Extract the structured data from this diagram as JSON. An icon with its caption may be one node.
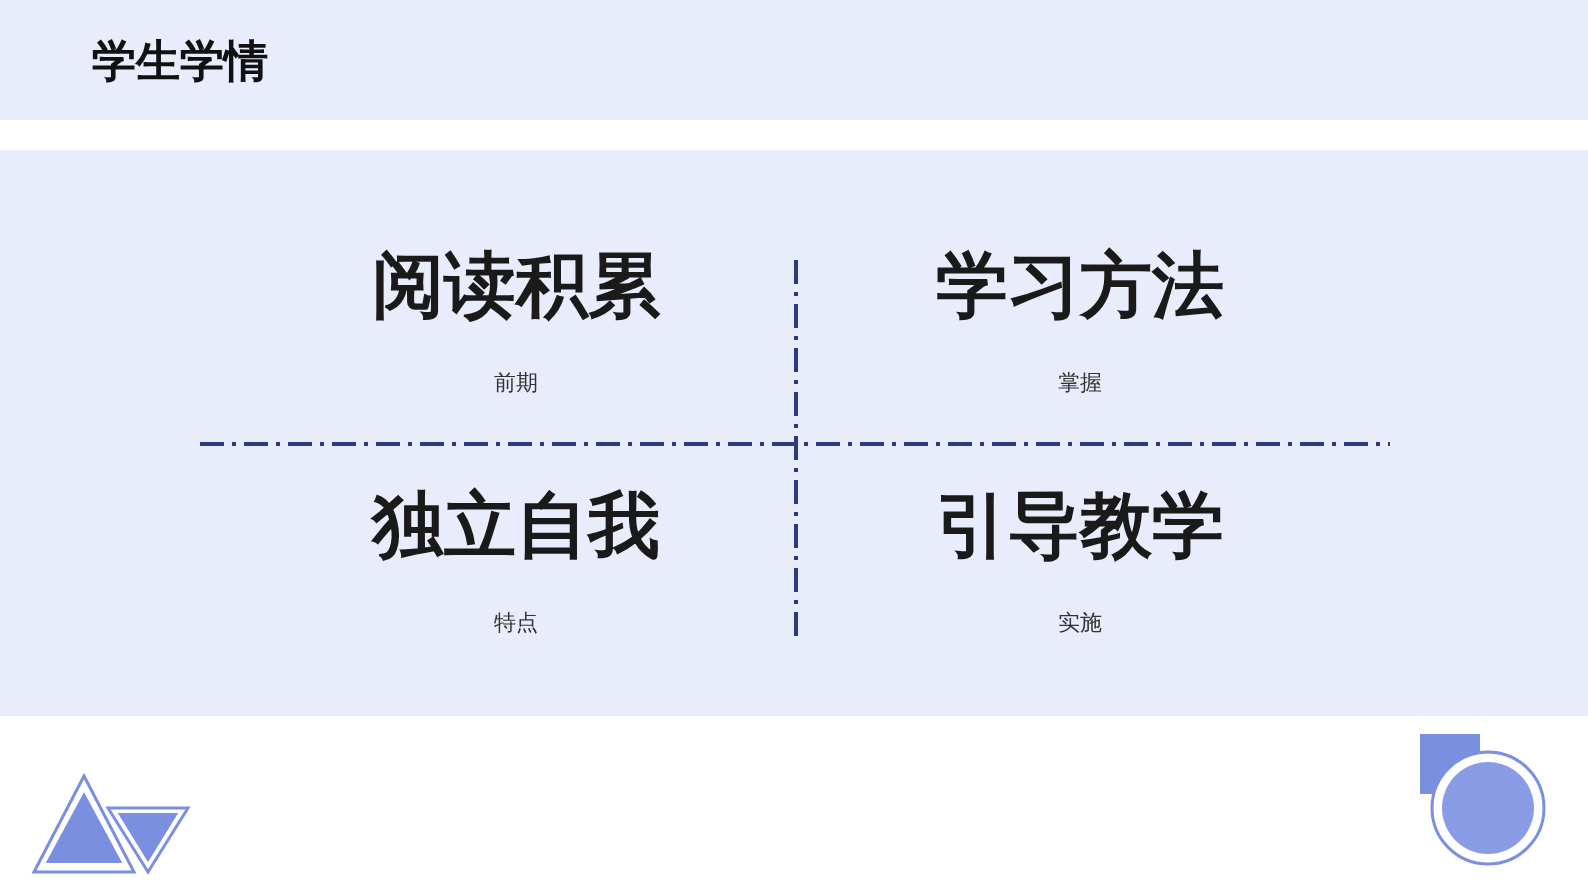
{
  "diagram": {
    "title": "学生学情",
    "nodes": [
      {
        "text": [
          "阅读积累",
          "前期"
        ]
      },
      {
        "text": [
          "学习方法",
          "掌握"
        ]
      },
      {
        "text": [
          "独立自我",
          "特点"
        ]
      },
      {
        "text": [
          "引导教学",
          "实施"
        ]
      }
    ],
    "edges": []
  }
}
